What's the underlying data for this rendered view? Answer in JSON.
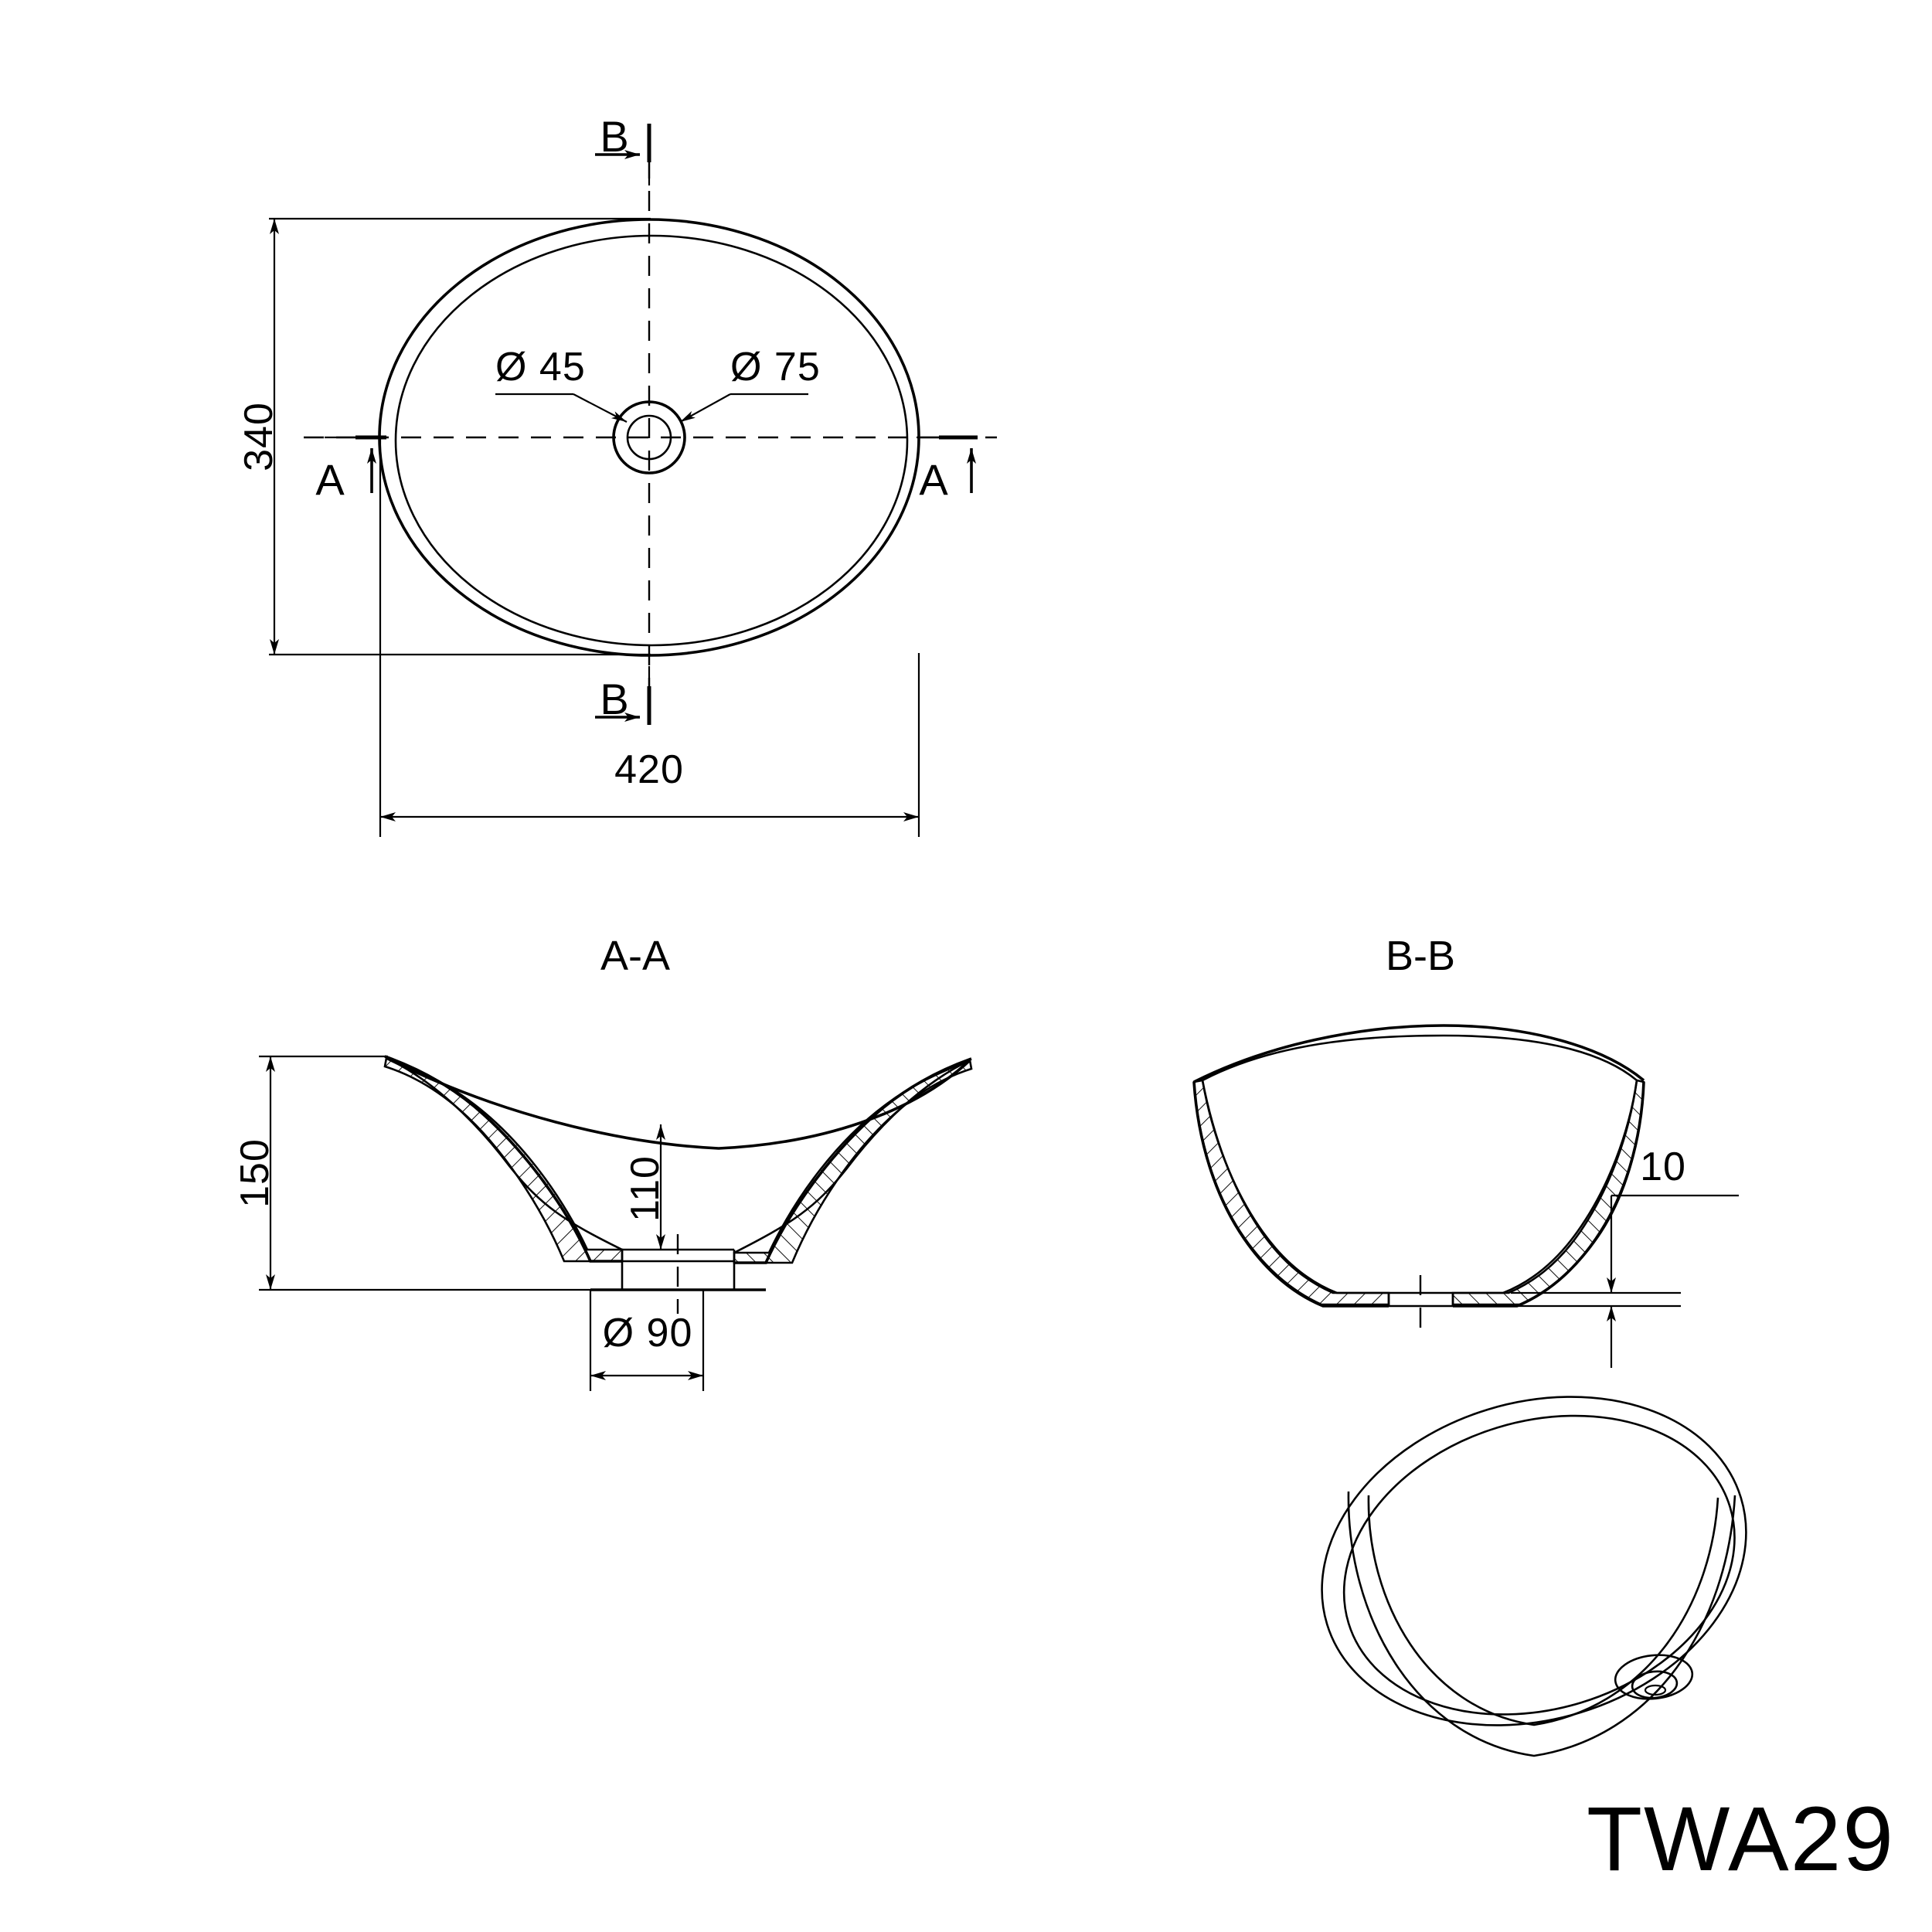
{
  "drawing": {
    "title": "TWA29",
    "units": "mm",
    "line_color": "#000000",
    "background_color": "#ffffff"
  },
  "views": {
    "top": {
      "name": "top-view",
      "dimensions": {
        "height": "340",
        "width": "420",
        "drain_inner": "Ø 45",
        "drain_outer": "Ø 75"
      },
      "section_marks": {
        "left": "A",
        "right": "A",
        "top": "B",
        "bottom": "B"
      }
    },
    "section_aa": {
      "name": "section-a-a",
      "label": "A-A",
      "dimensions": {
        "overall_height": "150",
        "bowl_depth": "110",
        "base_diameter": "Ø 90"
      }
    },
    "section_bb": {
      "name": "section-b-b",
      "label": "B-B",
      "dimensions": {
        "base_thickness": "10"
      }
    },
    "isometric": {
      "name": "isometric-view",
      "label": ""
    }
  }
}
